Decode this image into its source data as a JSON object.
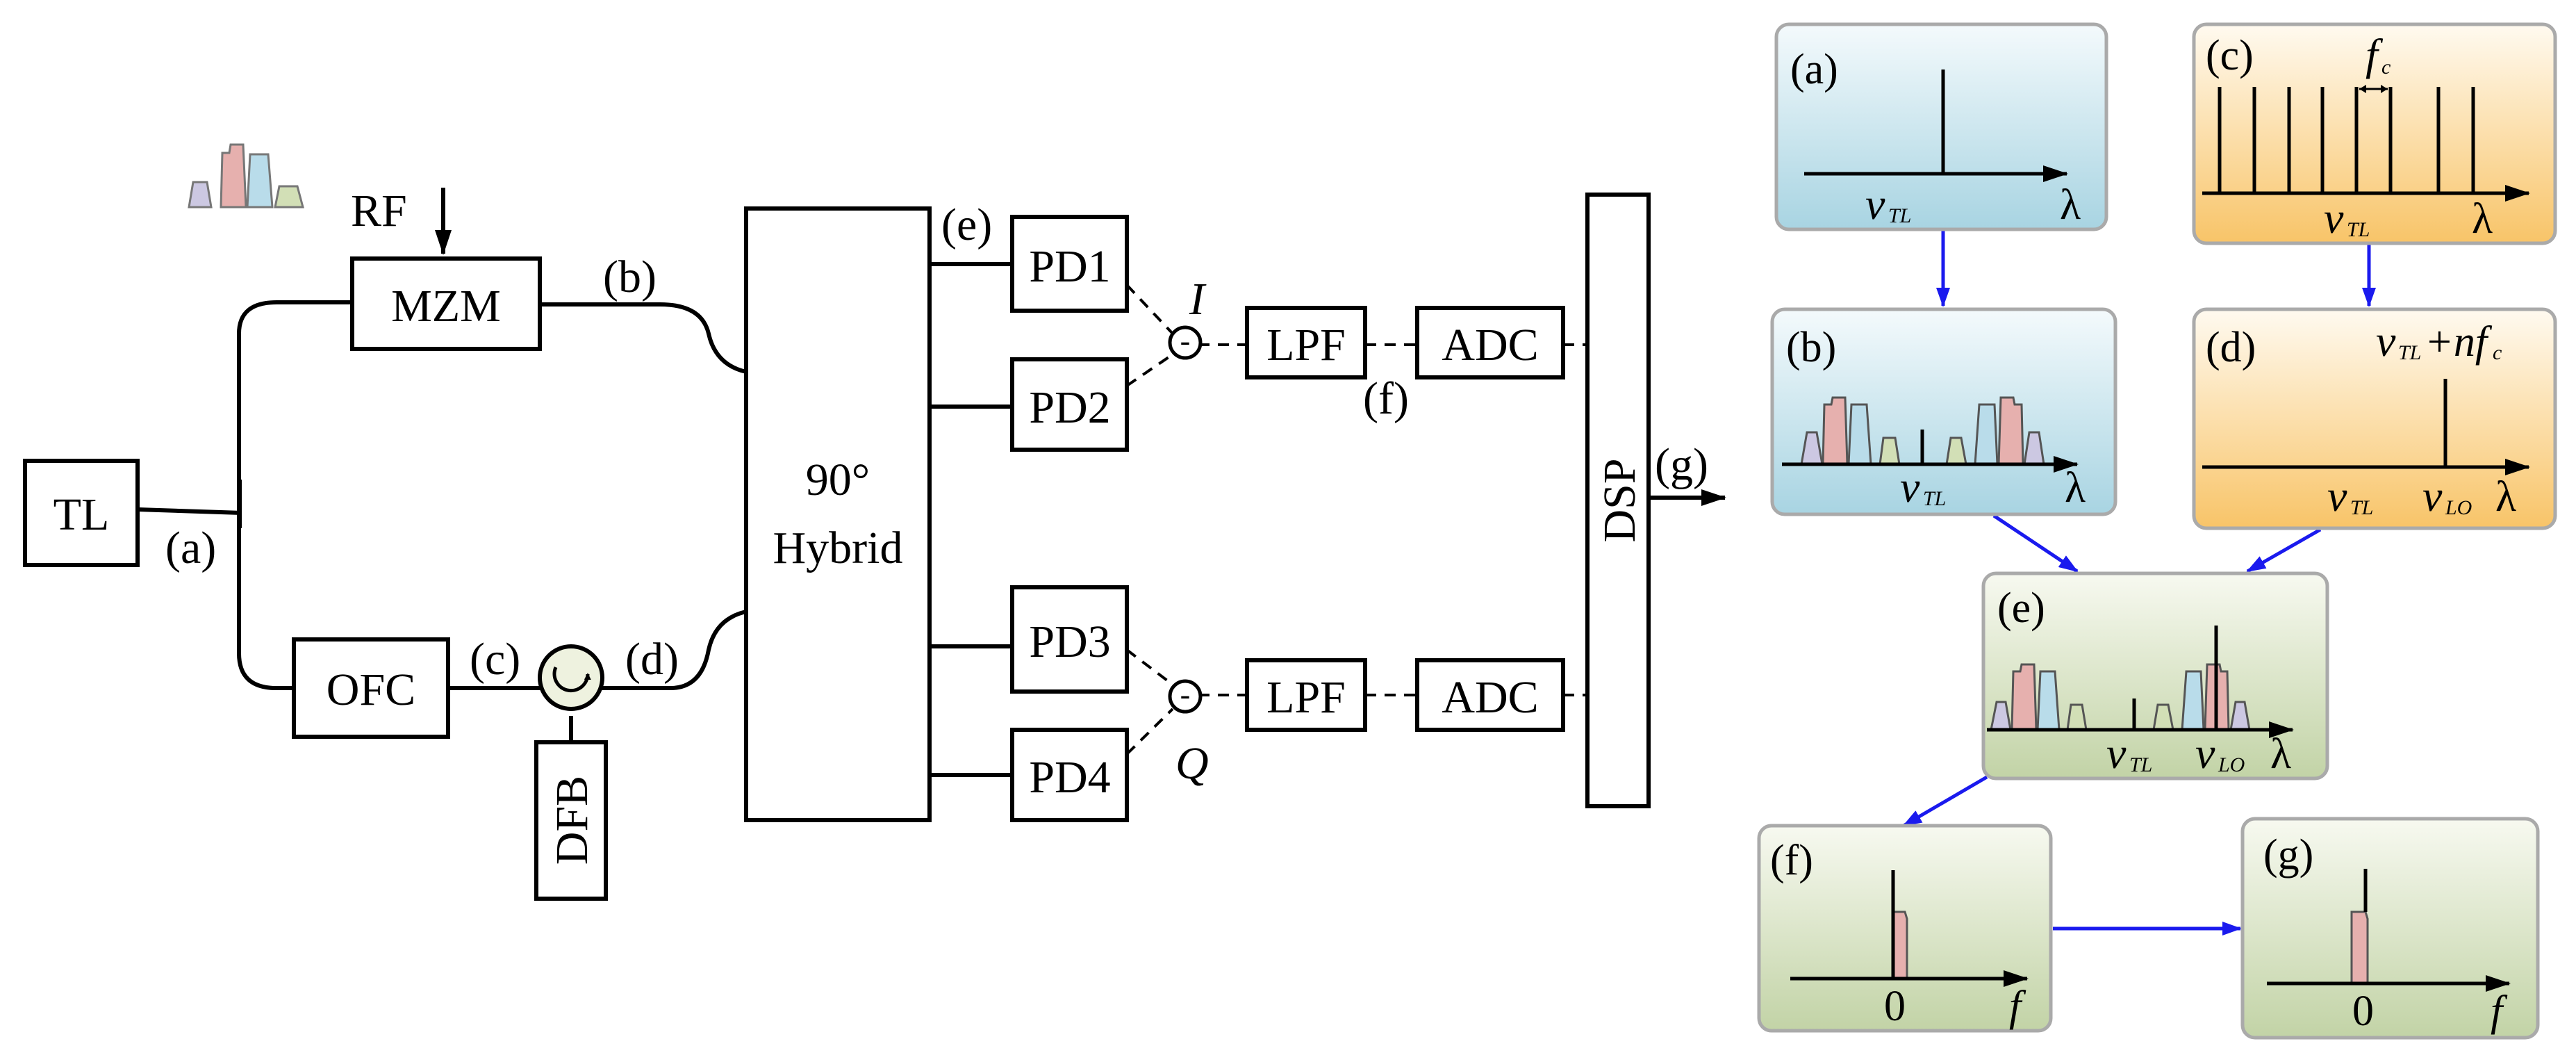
{
  "left_diagram": {
    "blocks": {
      "tl": "TL",
      "mzm": "MZM",
      "ofc": "OFC",
      "dfb": "DFB",
      "hybrid_line1": "90°",
      "hybrid_line2": "Hybrid",
      "pd1": "PD1",
      "pd2": "PD2",
      "pd3": "PD3",
      "pd4": "PD4",
      "lpf_i": "LPF",
      "lpf_q": "LPF",
      "adc_i": "ADC",
      "adc_q": "ADC",
      "dsp": "DSP"
    },
    "labels": {
      "rf": "RF",
      "a": "(a)",
      "b": "(b)",
      "c": "(c)",
      "d": "(d)",
      "e": "(e)",
      "f": "(f)",
      "g": "(g)",
      "i": "I",
      "q": "Q",
      "minus_i": "-",
      "minus_q": "-"
    }
  },
  "panels": {
    "a": {
      "tag": "(a)",
      "nu": "v",
      "sub": "TL",
      "axis": "λ"
    },
    "b": {
      "tag": "(b)",
      "nu": "v",
      "sub": "TL",
      "axis": "λ"
    },
    "c": {
      "tag": "(c)",
      "spacing_f": "f",
      "spacing_sub": "c",
      "nu": "v",
      "sub": "TL",
      "axis": "λ"
    },
    "d": {
      "tag": "(d)",
      "top_nu": "v",
      "top_sub": "TL",
      "top_rest": "+nf",
      "top_rest_sub": "c",
      "nu": "v",
      "sub": "TL",
      "nu2": "v",
      "sub2": "LO",
      "axis": "λ"
    },
    "e": {
      "tag": "(e)",
      "nu": "v",
      "sub": "TL",
      "nu2": "v",
      "sub2": "LO",
      "axis": "λ"
    },
    "f": {
      "tag": "(f)",
      "zero": "0",
      "axis": "f"
    },
    "g": {
      "tag": "(g)",
      "zero": "0",
      "axis": "f"
    }
  },
  "colors": {
    "blue_panel_top": "#f4fafc",
    "blue_panel_bottom": "#a8d4e2",
    "yellow_panel_top": "#fffaf0",
    "yellow_panel_bottom": "#f8c468",
    "green_panel_top": "#f7f9f0",
    "green_panel_bottom": "#c2d3a6",
    "arrow_blue": "#1a1aee",
    "spectrum_pink": "#e6b0ae",
    "spectrum_blue": "#b9dcea",
    "spectrum_lilac": "#ccc8e2",
    "spectrum_green": "#d2dfb6"
  }
}
